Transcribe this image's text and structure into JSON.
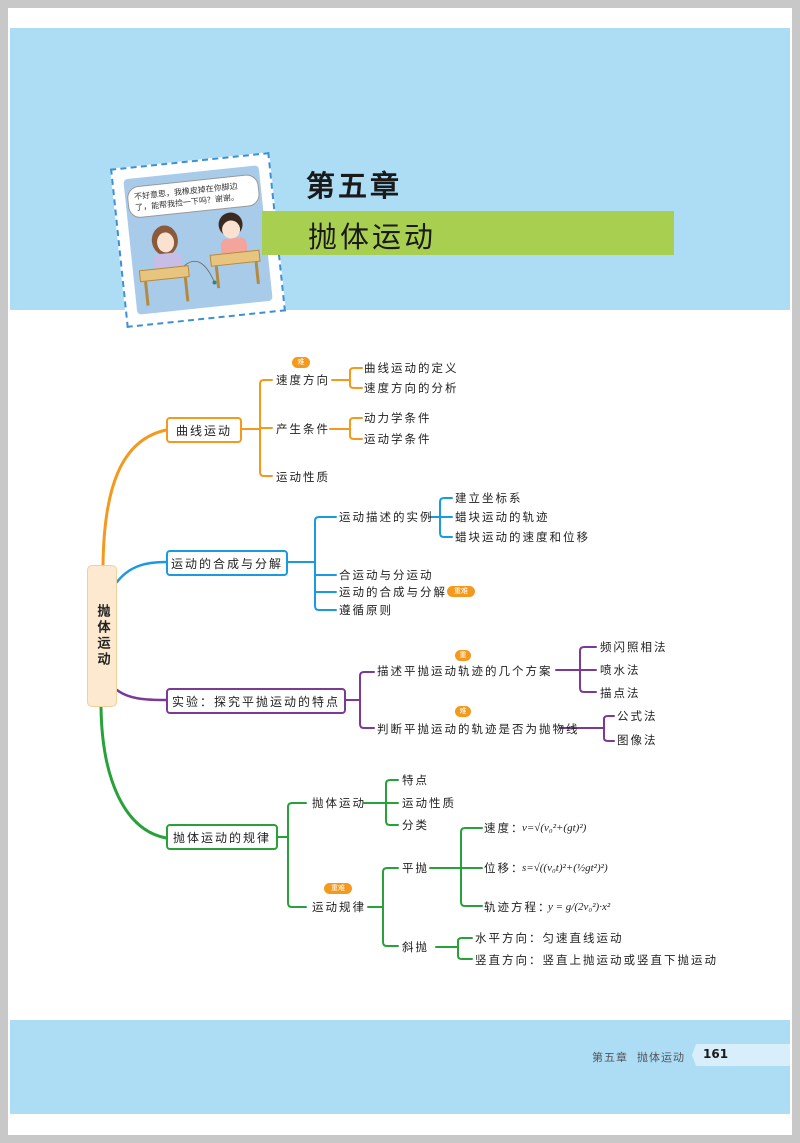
{
  "header": {
    "chapter_number": "第五章",
    "chapter_title": "抛体运动",
    "comic_caption": "不好意思，我橡皮掉在你脚边了，能帮我捡一下吗？谢谢。"
  },
  "mindmap": {
    "root": "抛体运动",
    "colors": {
      "branch1": "#f39a1e",
      "branch2": "#1a9be0",
      "branch3": "#7b3a96",
      "branch4": "#27a238",
      "badge": "#f39a1e"
    },
    "branches": [
      {
        "label": "曲线运动",
        "children": [
          {
            "label": "速度方向",
            "badge": "难",
            "children": [
              "曲线运动的定义",
              "速度方向的分析"
            ]
          },
          {
            "label": "产生条件",
            "children": [
              "动力学条件",
              "运动学条件"
            ]
          },
          {
            "label": "运动性质"
          }
        ]
      },
      {
        "label": "运动的合成与分解",
        "children": [
          {
            "label": "运动描述的实例",
            "children": [
              "建立坐标系",
              "蜡块运动的轨迹",
              "蜡块运动的速度和位移"
            ]
          },
          {
            "label": "合运动与分运动"
          },
          {
            "label": "运动的合成与分解",
            "badge": "重难"
          },
          {
            "label": "遵循原则"
          }
        ]
      },
      {
        "label": "实验：探究平抛运动的特点",
        "children": [
          {
            "label": "描述平抛运动轨迹的几个方案",
            "badge": "重",
            "children": [
              "频闪照相法",
              "喷水法",
              "描点法"
            ]
          },
          {
            "label": "判断平抛运动的轨迹是否为抛物线",
            "badge": "难",
            "children": [
              "公式法",
              "图像法"
            ]
          }
        ]
      },
      {
        "label": "抛体运动的规律",
        "children": [
          {
            "label": "抛体运动",
            "children": [
              "特点",
              "运动性质",
              "分类"
            ]
          },
          {
            "label": "运动规律",
            "badge": "重难",
            "children": [
              {
                "label": "平抛",
                "children": [
                  {
                    "label": "速度：",
                    "formula": "v=√(v₀²+(gt)²)"
                  },
                  {
                    "label": "位移：",
                    "formula": "s=√((v₀t)²+(½gt²)²)"
                  },
                  {
                    "label": "轨迹方程：",
                    "formula": "y = g/(2v₀²)·x²"
                  }
                ]
              },
              {
                "label": "斜抛",
                "children": [
                  {
                    "label": "水平方向：匀速直线运动"
                  },
                  {
                    "label": "竖直方向：竖直上抛运动或竖直下抛运动"
                  }
                ]
              }
            ]
          }
        ]
      }
    ]
  },
  "footer": {
    "chapter_label": "第五章",
    "chapter_title": "抛体运动",
    "page_number": "161"
  }
}
